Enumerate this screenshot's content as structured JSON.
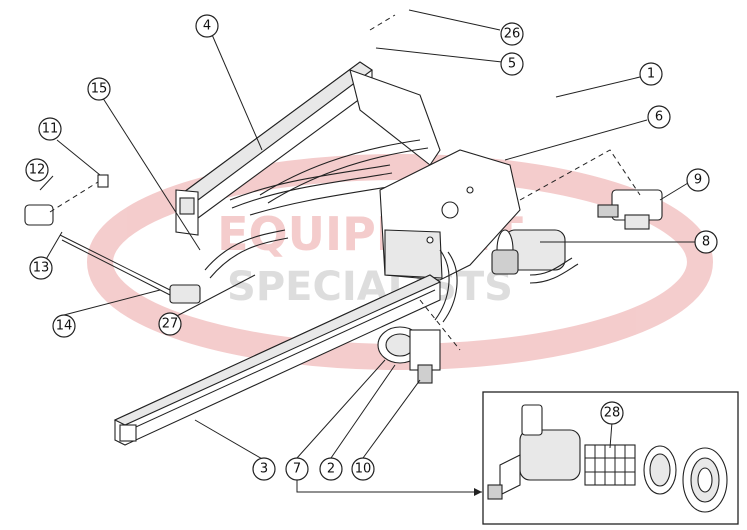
{
  "watermark": {
    "line1": "EQUIPMENT",
    "line2": "SPECIALISTS",
    "color": "#d94a4a"
  },
  "callouts": [
    {
      "id": "26",
      "label": "26"
    },
    {
      "id": "4",
      "label": "4"
    },
    {
      "id": "5",
      "label": "5"
    },
    {
      "id": "1",
      "label": "1"
    },
    {
      "id": "15",
      "label": "15"
    },
    {
      "id": "11",
      "label": "11"
    },
    {
      "id": "6",
      "label": "6"
    },
    {
      "id": "12",
      "label": "12"
    },
    {
      "id": "9",
      "label": "9"
    },
    {
      "id": "13",
      "label": "13"
    },
    {
      "id": "8",
      "label": "8"
    },
    {
      "id": "14",
      "label": "14"
    },
    {
      "id": "27",
      "label": "27"
    },
    {
      "id": "28",
      "label": "28"
    },
    {
      "id": "3",
      "label": "3"
    },
    {
      "id": "7",
      "label": "7"
    },
    {
      "id": "2",
      "label": "2"
    },
    {
      "id": "10",
      "label": "10"
    }
  ]
}
